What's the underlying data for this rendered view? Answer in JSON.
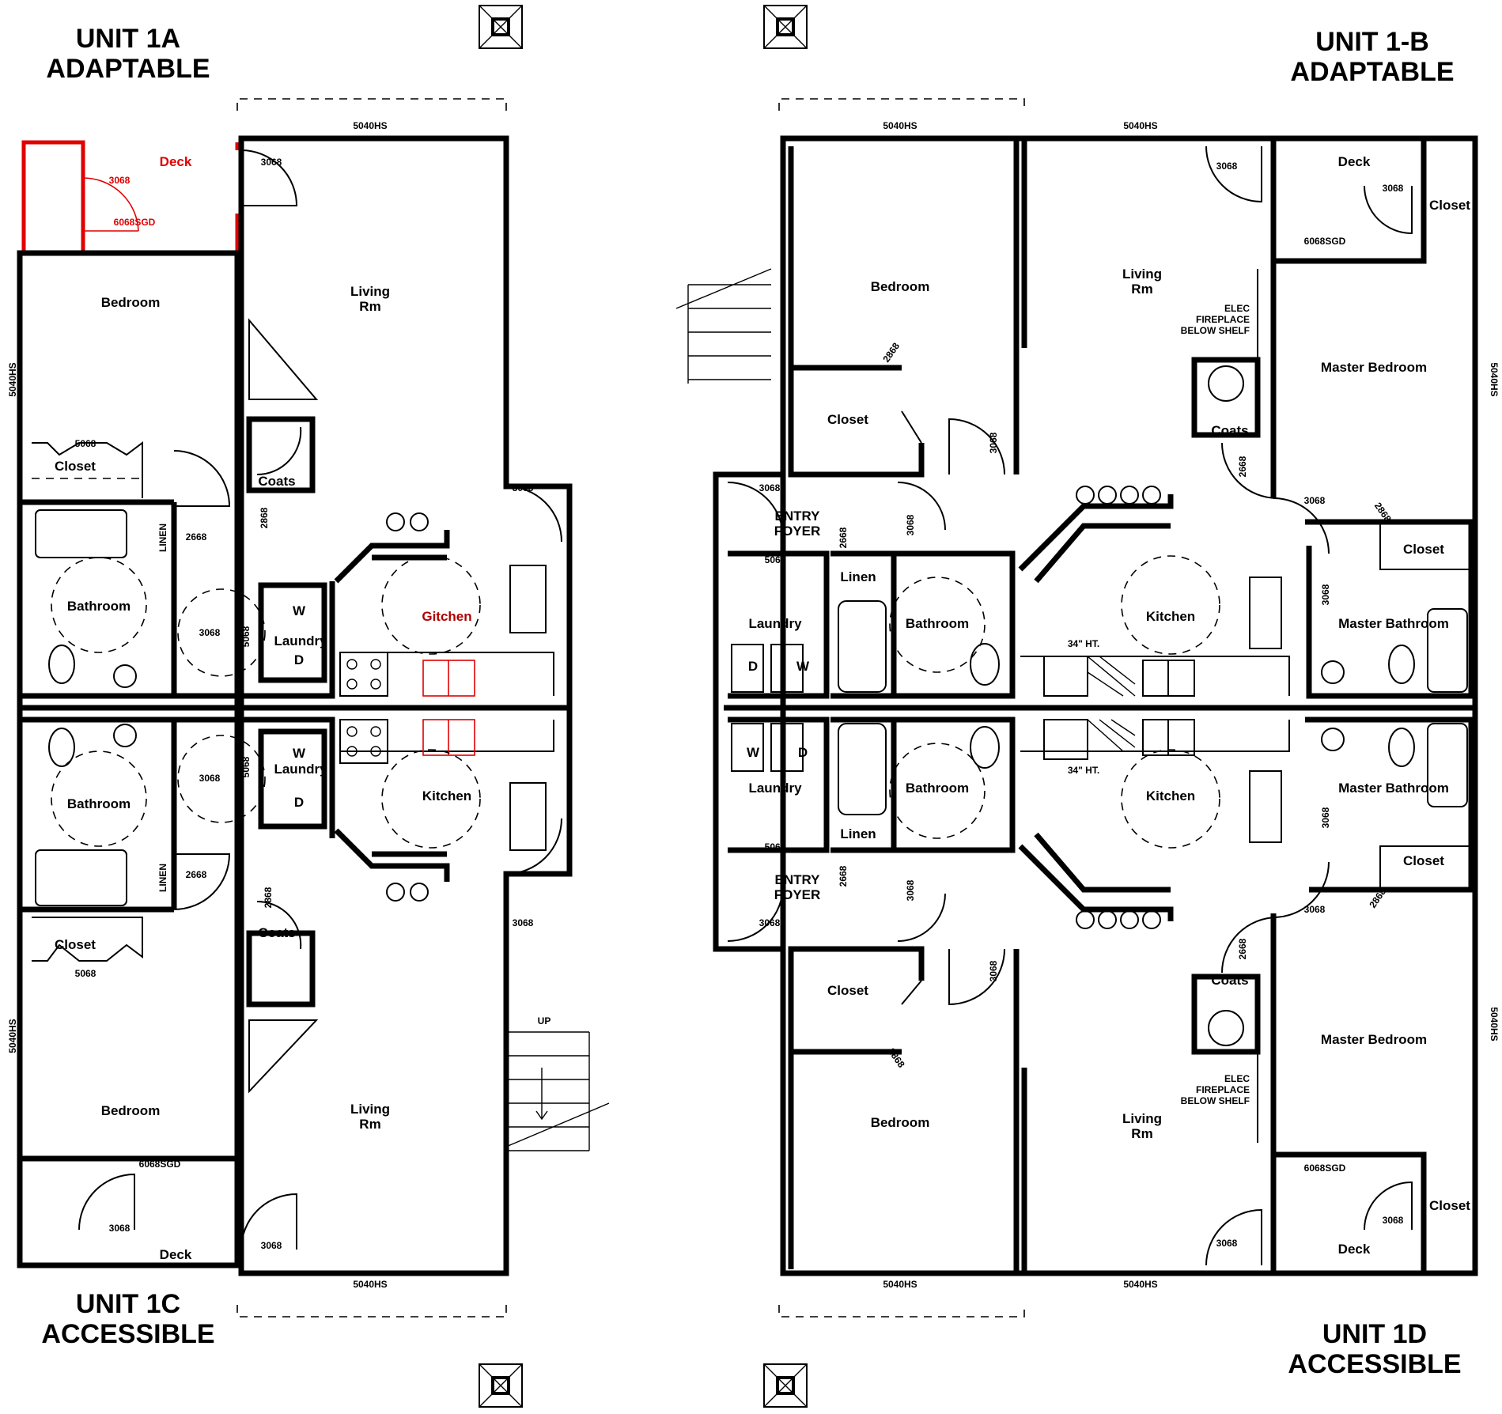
{
  "units": {
    "a": {
      "line1": "UNIT 1A",
      "line2": "ADAPTABLE"
    },
    "b": {
      "line1": "UNIT 1-B",
      "line2": "ADAPTABLE"
    },
    "c": {
      "line1": "UNIT 1C",
      "line2": "ACCESSIBLE"
    },
    "d": {
      "line1": "UNIT 1D",
      "line2": "ACCESSIBLE"
    }
  },
  "rooms": {
    "deck": "Deck",
    "bedroom": "Bedroom",
    "master_bedroom": "Master Bedroom",
    "living": "Living",
    "rm": "Rm",
    "closet": "Closet",
    "coats": "Coats",
    "bathroom": "Bathroom",
    "master_bathroom": "Master Bathroom",
    "laundry": "Laundry",
    "kitchen": "Kitchen",
    "kitchen_red": "Gitchen",
    "linen": "Linen",
    "linen_caps": "LINEN",
    "entry": "ENTRY",
    "foyer": "FOYER",
    "elec1": "ELEC",
    "elec2": "FIREPLACE",
    "elec3": "BELOW SHELF",
    "up": "UP",
    "ht": "34\" HT.",
    "washer": "W",
    "dryer": "D"
  },
  "tags": {
    "window_5040": "5040HS",
    "door_3068": "3068",
    "door_2668": "2668",
    "door_2868": "2868",
    "door_5068": "5068",
    "slider_6068": "6068SGD"
  },
  "colors": {
    "wall": "#000000",
    "highlight": "#e00000"
  }
}
